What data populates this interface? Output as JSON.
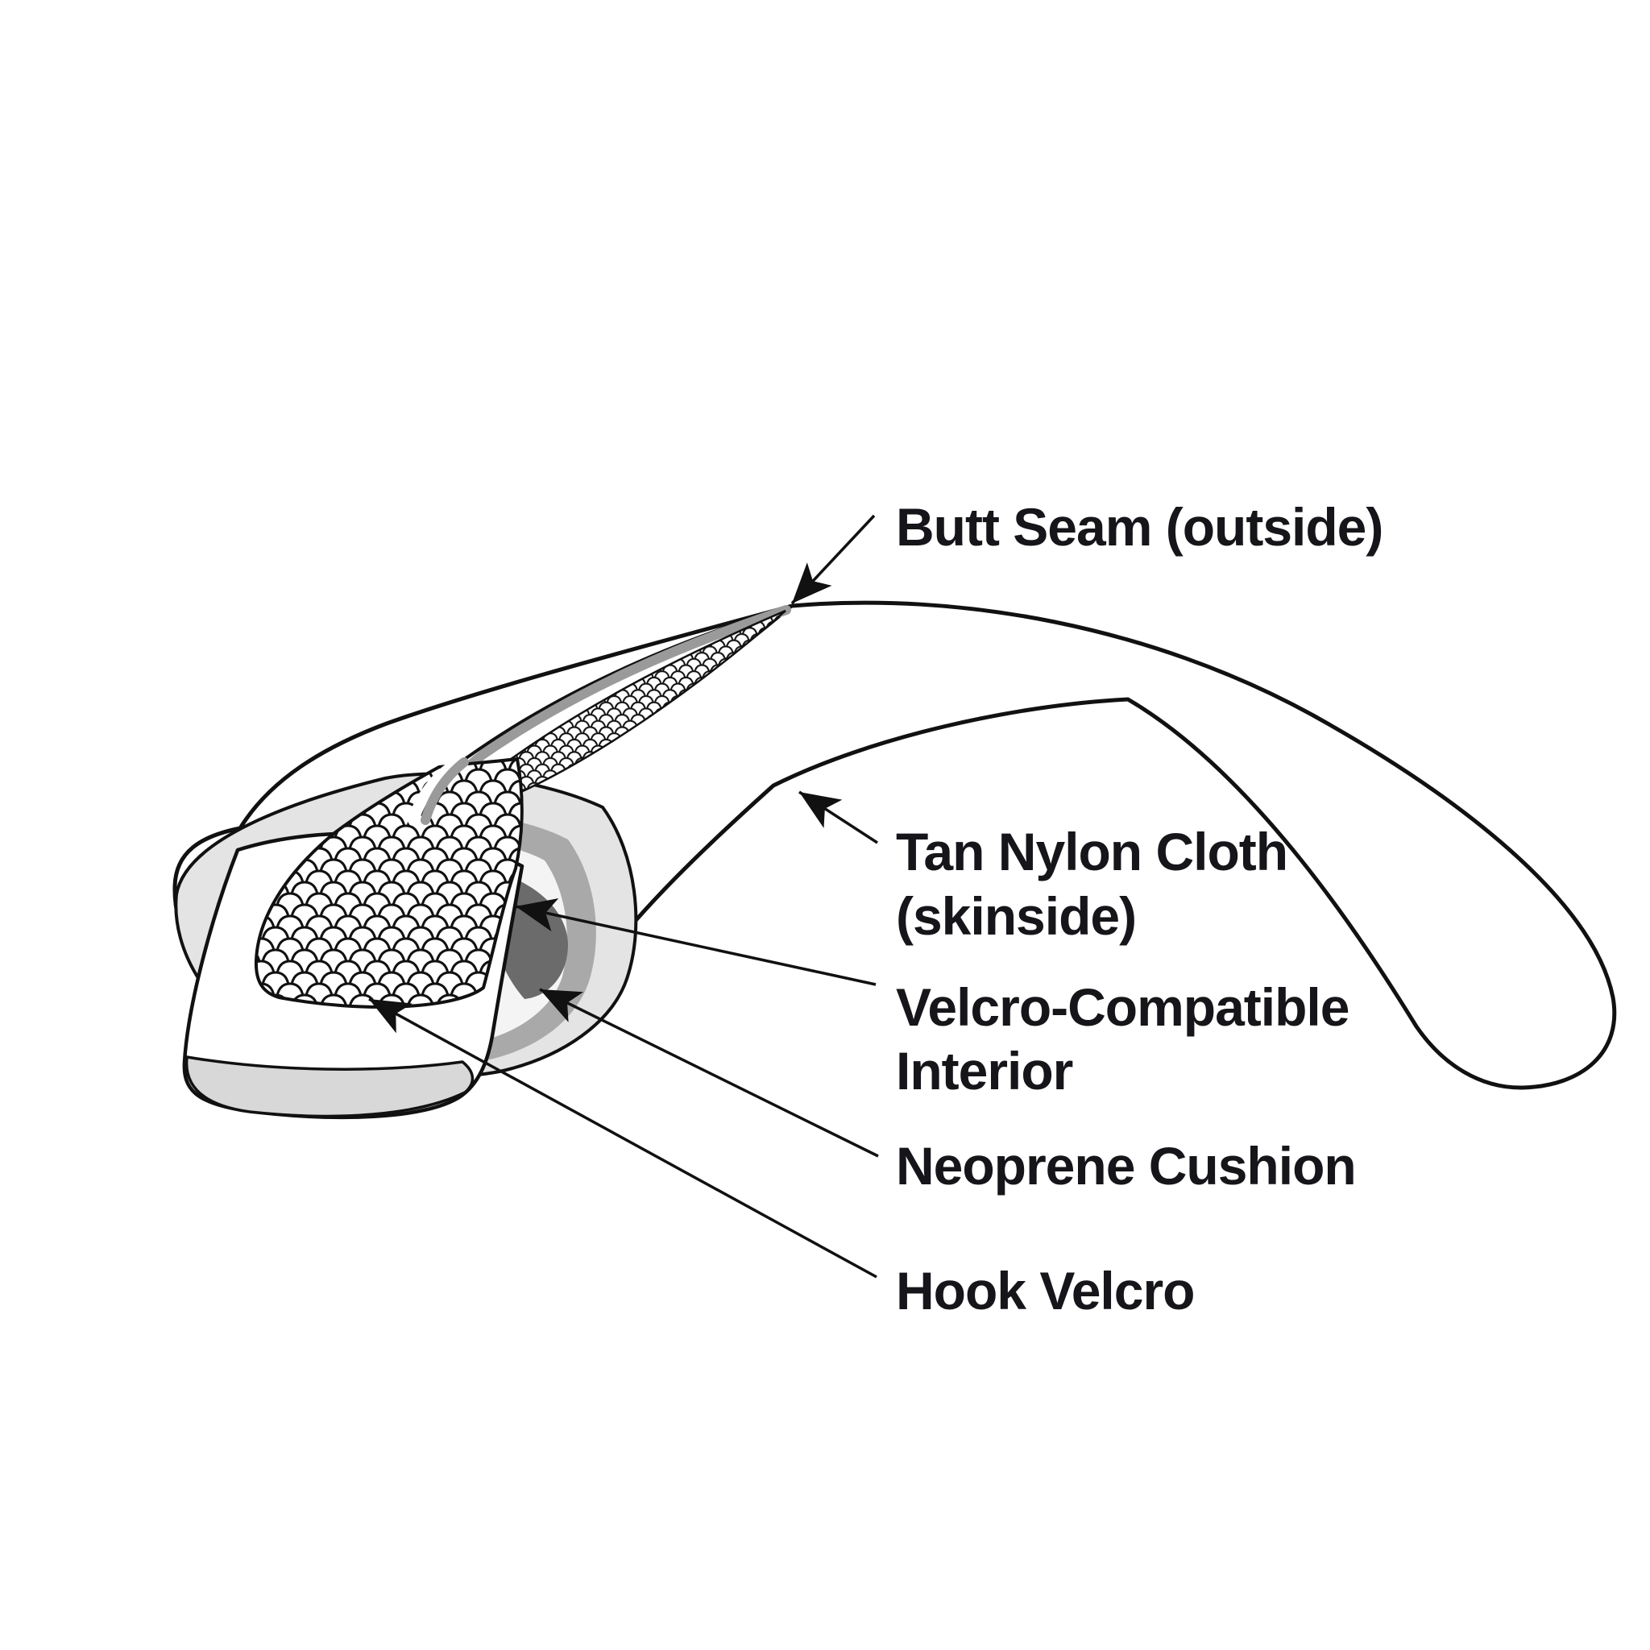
{
  "diagram": {
    "type": "cutaway-technical-illustration",
    "subject": "Padded strap cross-section with peeled-back hook Velcro tab",
    "background": "#ffffff",
    "colors": {
      "line": "#111111",
      "text": "#15151a",
      "light_gray_ring": "#e4e4e4",
      "mid_gray_ring": "#a9a9a9",
      "dark_gray_interior": "#6b6b6b",
      "flap_edge_gray": "#d8d8d8",
      "fold_stripe_gray": "#9a9a9a",
      "interior_face": "#f4f4f4",
      "surface_white": "#ffffff"
    },
    "labels": [
      {
        "id": "butt-seam",
        "lines": [
          "Butt Seam (outside)"
        ]
      },
      {
        "id": "tan-nylon-cloth",
        "lines": [
          "Tan Nylon Cloth",
          "(skinside)"
        ]
      },
      {
        "id": "velcro-compatible-interior",
        "lines": [
          "Velcro-Compatible",
          "Interior"
        ]
      },
      {
        "id": "neoprene-cushion",
        "lines": [
          "Neoprene Cushion"
        ]
      },
      {
        "id": "hook-velcro",
        "lines": [
          "Hook Velcro"
        ]
      }
    ],
    "arrow_count": "5"
  }
}
